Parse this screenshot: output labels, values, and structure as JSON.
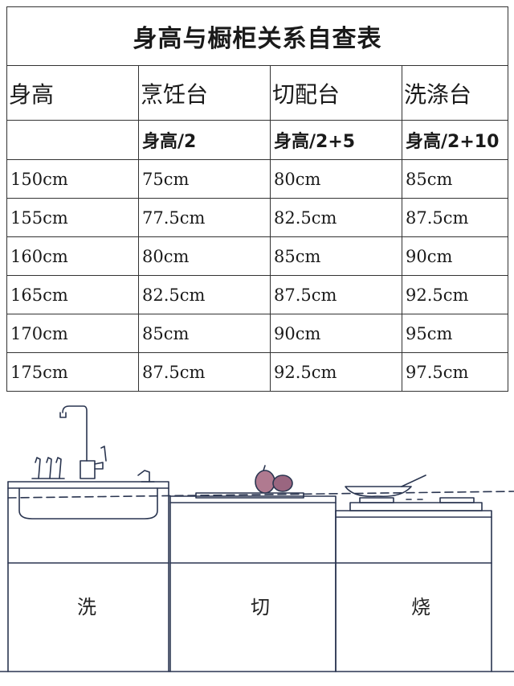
{
  "title": "身高与橱柜关系自查表",
  "headers": [
    "身高",
    "烹饪台",
    "切配台",
    "洗涤台"
  ],
  "formulas": [
    "",
    "身高/2",
    "身高/2+5",
    "身高/2+10"
  ],
  "rows": [
    [
      "150cm",
      "75cm",
      "80cm",
      "85cm"
    ],
    [
      "155cm",
      "77.5cm",
      "82.5cm",
      "87.5cm"
    ],
    [
      "160cm",
      "80cm",
      "85cm",
      "90cm"
    ],
    [
      "165cm",
      "82.5cm",
      "87.5cm",
      "92.5cm"
    ],
    [
      "170cm",
      "85cm",
      "90cm",
      "95cm"
    ],
    [
      "175cm",
      "87.5cm",
      "92.5cm",
      "97.5cm"
    ]
  ],
  "illustration": {
    "labels": [
      "洗",
      "切",
      "烧"
    ],
    "line_color": "#2a3550"
  }
}
